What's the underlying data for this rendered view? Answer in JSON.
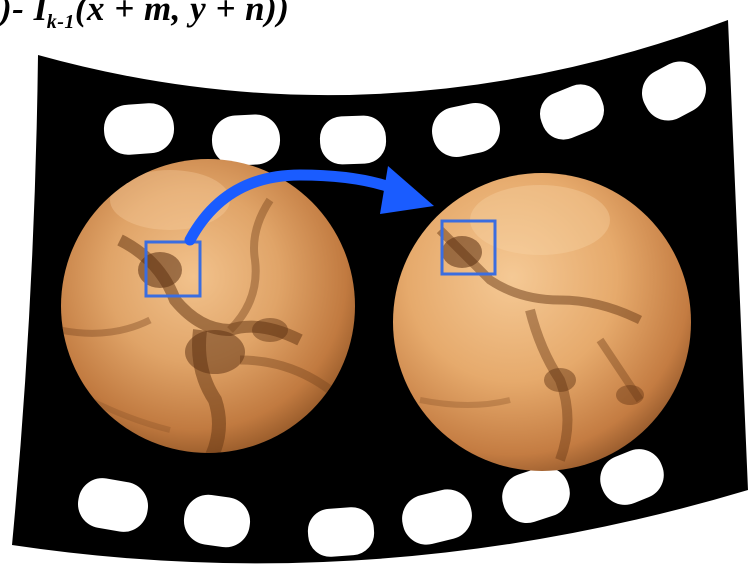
{
  "formula": {
    "prefix": ")- ",
    "symbol": "I",
    "subscript": "k-1",
    "arguments": "(x + m, y + n))"
  },
  "colors": {
    "film": "#000000",
    "sprocket_hole": "#ffffff",
    "arrow": "#1a5cff",
    "roi_box": "#3a6de0",
    "tissue_light": "#e8b27a",
    "tissue_mid": "#c98850",
    "tissue_dark": "#6a3a16"
  },
  "film_strip": {
    "top_sprocket_holes": 6,
    "bottom_sprocket_holes": 6,
    "frames": [
      {
        "name": "frame-previous",
        "roi_icon": "region-of-interest-box"
      },
      {
        "name": "frame-current",
        "roi_icon": "region-of-interest-box"
      }
    ],
    "motion_arrow_icon": "curved-arrow-right"
  }
}
